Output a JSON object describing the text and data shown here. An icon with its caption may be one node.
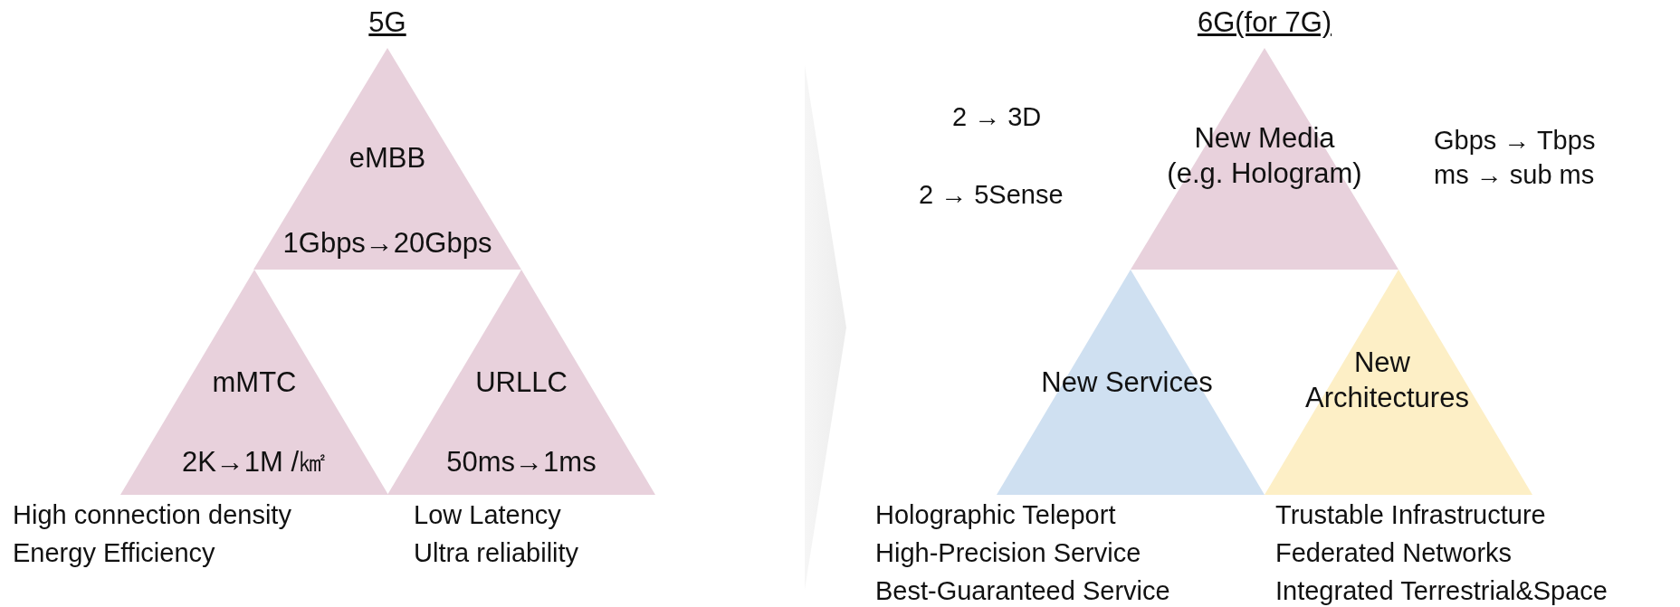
{
  "diagram": {
    "nodes": [
      {
        "text": [
          "eMBB",
          "1Gbps→20Gbps"
        ]
      },
      {
        "text": [
          "mMTC",
          "2K→1M /㎢"
        ]
      },
      {
        "text": [
          "URLLC",
          "50ms→1ms"
        ]
      },
      {
        "text": [
          "New Media",
          "(e.g. Hologram)"
        ]
      },
      {
        "text": [
          "New Services"
        ]
      },
      {
        "text": [
          "New Architectures"
        ]
      },
      {
        "text": [],
        "shape": "chevron"
      }
    ],
    "labels": [
      "5G",
      "6G(for 7G)",
      "2 → 3D",
      "2 → 5Sense",
      "Gbps → Tbps",
      "ms → sub ms",
      "High connection density",
      "Energy Efficiency",
      "Low Latency",
      "Ultra reliability",
      "Holographic Teleport",
      "High-Precision Service",
      "Best-Guaranteed Service",
      "Trustable Infrastructure",
      "Federated Networks",
      "Integrated Terrestrial&Space"
    ]
  }
}
